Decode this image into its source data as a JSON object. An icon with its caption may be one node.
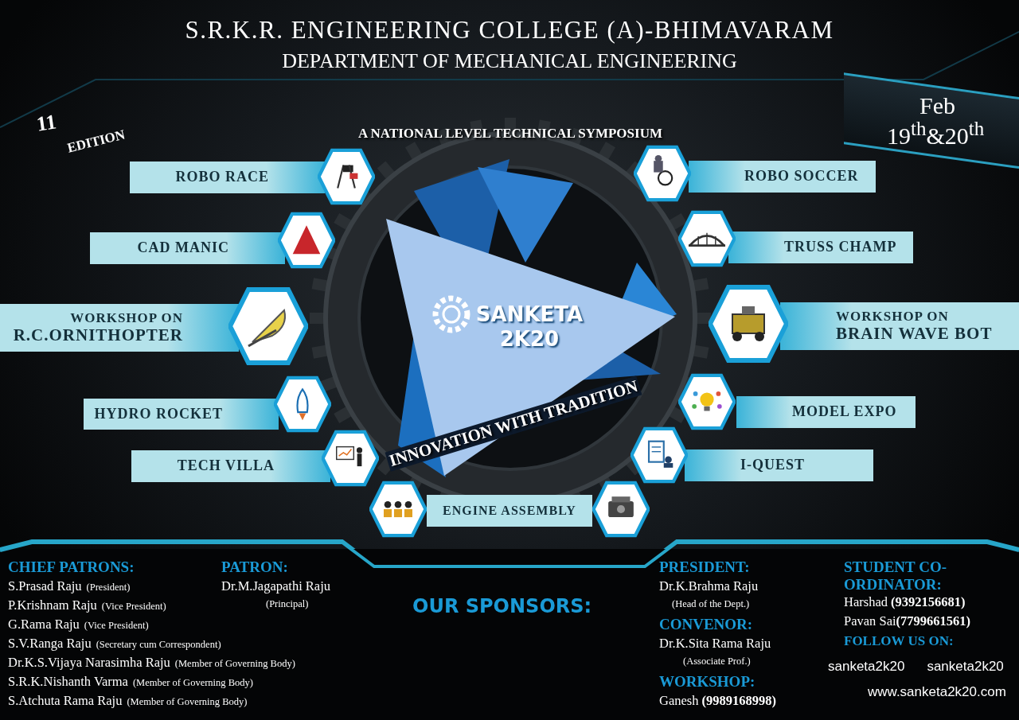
{
  "diagram": {
    "title": "S.R.K.R. ENGINEERING COLLEGE (A)-BHIMAVARAM",
    "nodes": [
      {
        "text": [
          "ROBO RACE"
        ]
      },
      {
        "text": [
          "ROBO SOCCER"
        ]
      },
      {
        "text": [
          "CAD MANIC"
        ]
      },
      {
        "text": [
          "TRUSS CHAMP"
        ]
      },
      {
        "text": [
          "WORKSHOP ON",
          "R.C.ORNITHOPTER"
        ]
      },
      {
        "text": [
          "WORKSHOP ON",
          "BRAIN WAVE BOT"
        ]
      },
      {
        "text": [
          "HYDRO ROCKET"
        ]
      },
      {
        "text": [
          "MODEL EXPO"
        ]
      },
      {
        "text": [
          "TECH VILLA"
        ]
      },
      {
        "text": [
          "I-QUEST"
        ]
      },
      {
        "text": [
          "ENGINE ASSEMBLY"
        ]
      },
      {
        "text": [
          "SANKETA 2K20"
        ]
      }
    ],
    "labels": [
      "DEPARTMENT OF MECHANICAL ENGINEERING",
      "11",
      "EDITION",
      "Feb",
      "19$^{th}$&20$^{th}$",
      "A NATIONAL LEVEL TECHNICAL SYMPOSIUM",
      "INNOVATION WITH TRADITION",
      "CHIEF PATRONS:",
      "S.Prasad Raju",
      "(President)",
      "P.Krishnam Raju",
      "(Vice President)",
      "G.Rama Raju",
      "(Vice President)",
      "S.V.Ranga Raju",
      "(Secretary cum Correspondent)",
      "Dr.K.S.Vijaya Narasimha Raju",
      "(Member of Governing Body)",
      "S.R.K.Nishanth Varma",
      "(Member of Governing Body)",
      "S.Atchuta Rama Raju",
      "(Member of Governing Body)",
      "PATRON:",
      "Dr.M.Jagapathi Raju",
      "(Principal)",
      "OUR SPONSORS:",
      "PRESIDENT:",
      "Dr.K.Brahma Raju",
      "(Head of the Dept.)",
      "CONVENOR:",
      "Dr.K.Sita Rama Raju",
      "(Associate Prof.)",
      "WORKSHOP:",
      "Ganesh **(9989168998)**",
      "STUDENT CO-ORDINATOR:",
      "Harshad **(9392156681)**",
      "Pavan Sai**(7799661561)**",
      "FOLLOW US ON:",
      "sanketa2k20",
      "sanketa2k20",
      "www.sanketa2k20.com"
    ]
  }
}
